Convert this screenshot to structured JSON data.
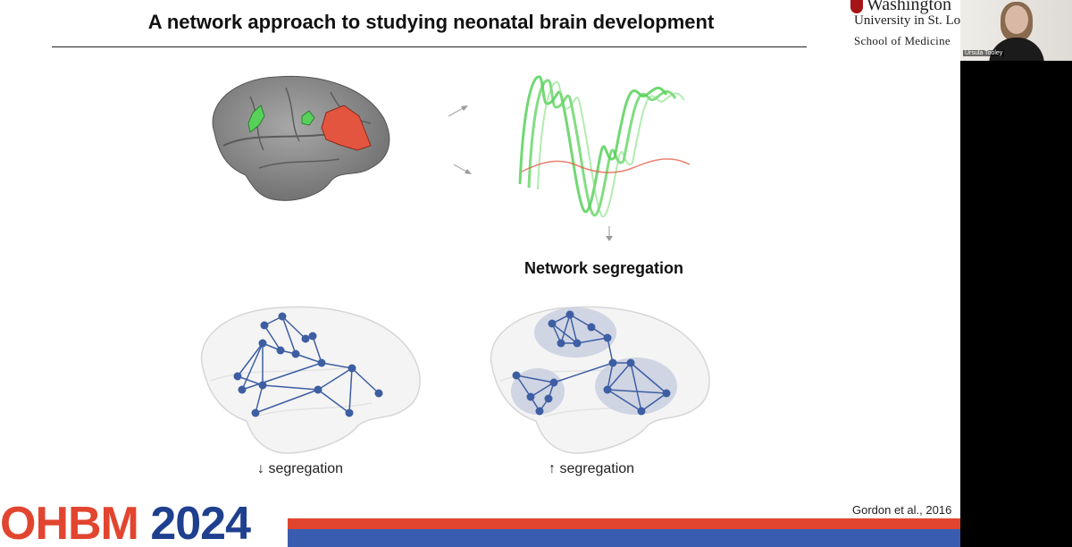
{
  "slide": {
    "title": "A network approach to studying neonatal brain development",
    "network_label": "Network segregation",
    "low_label": "↓ segregation",
    "high_label": "↑ segregation",
    "citation": "Gordon et al., 2016"
  },
  "logo": {
    "line1": "Washington",
    "line2": "University in St. Louis",
    "line3": "School of Medicine"
  },
  "banner": {
    "text_o": "OHBM",
    "text_year": "2024"
  },
  "video": {
    "participant_name": "Ursula Tooley"
  },
  "colors": {
    "green": "#58d15a",
    "red": "#e4553f",
    "node_blue": "#3d5ea3",
    "banner_red": "#e2452f",
    "banner_blue": "#3a5cb0"
  }
}
